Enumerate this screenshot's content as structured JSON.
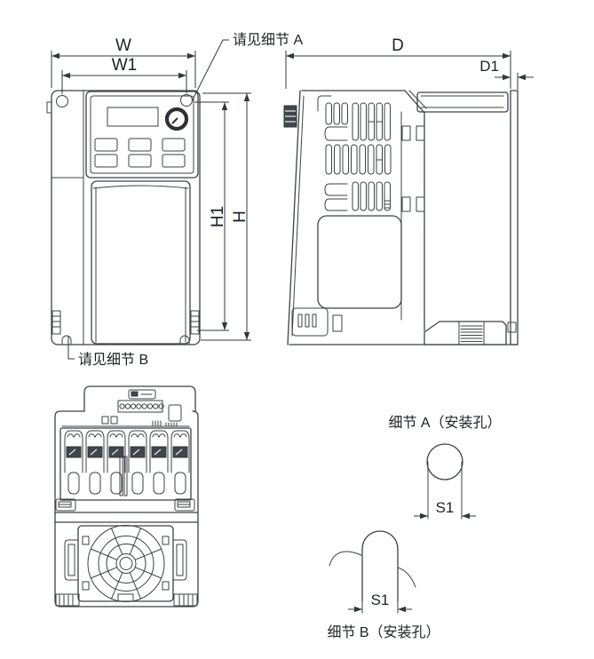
{
  "colors": {
    "line": "#3d4247",
    "text": "#1d2126",
    "background": "#ffffff"
  },
  "front_view": {
    "dim_w": "W",
    "dim_w1": "W1",
    "dim_h1": "H1",
    "dim_h": "H",
    "callout_detail_a": "请见细节 A",
    "callout_detail_b": "请见细节 B"
  },
  "side_view": {
    "dim_d": "D",
    "dim_d1": "D1"
  },
  "detail_a": {
    "title": "细节 A（安装孔）",
    "dim_s1": "S1"
  },
  "detail_b": {
    "title": "细节 B（安装孔）",
    "dim_s1": "S1"
  }
}
